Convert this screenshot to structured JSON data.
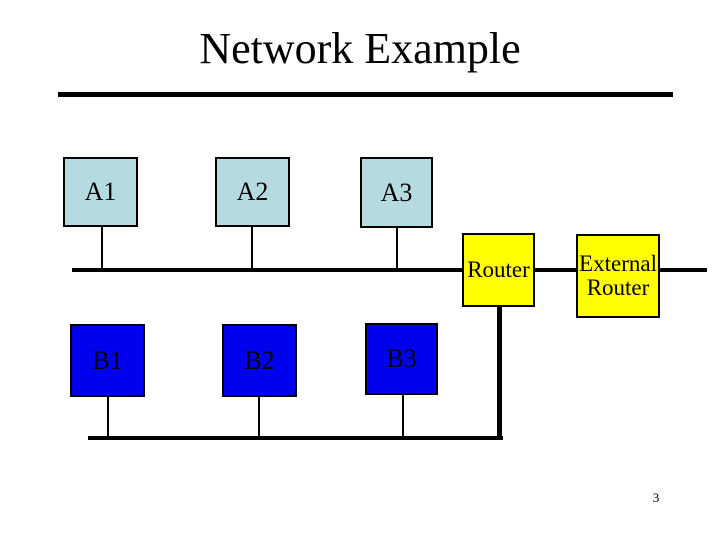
{
  "slide": {
    "title": "Network Example",
    "page_number": "3"
  },
  "colors": {
    "background": "#ffffff",
    "title_text": "#000000",
    "title_rule": "#000000",
    "line": "#000000",
    "host_a_fill": "#b5dbe0",
    "host_b_fill": "#0000ee",
    "router_fill": "#ffff00",
    "label_text": "#000000"
  },
  "diagram": {
    "type": "network-topology",
    "hosts_a": [
      {
        "label": "A1"
      },
      {
        "label": "A2"
      },
      {
        "label": "A3"
      }
    ],
    "hosts_b": [
      {
        "label": "B1"
      },
      {
        "label": "B2"
      },
      {
        "label": "B3"
      }
    ],
    "router": {
      "label": "Router"
    },
    "external_router": {
      "lines": [
        "External",
        "Router"
      ]
    }
  }
}
